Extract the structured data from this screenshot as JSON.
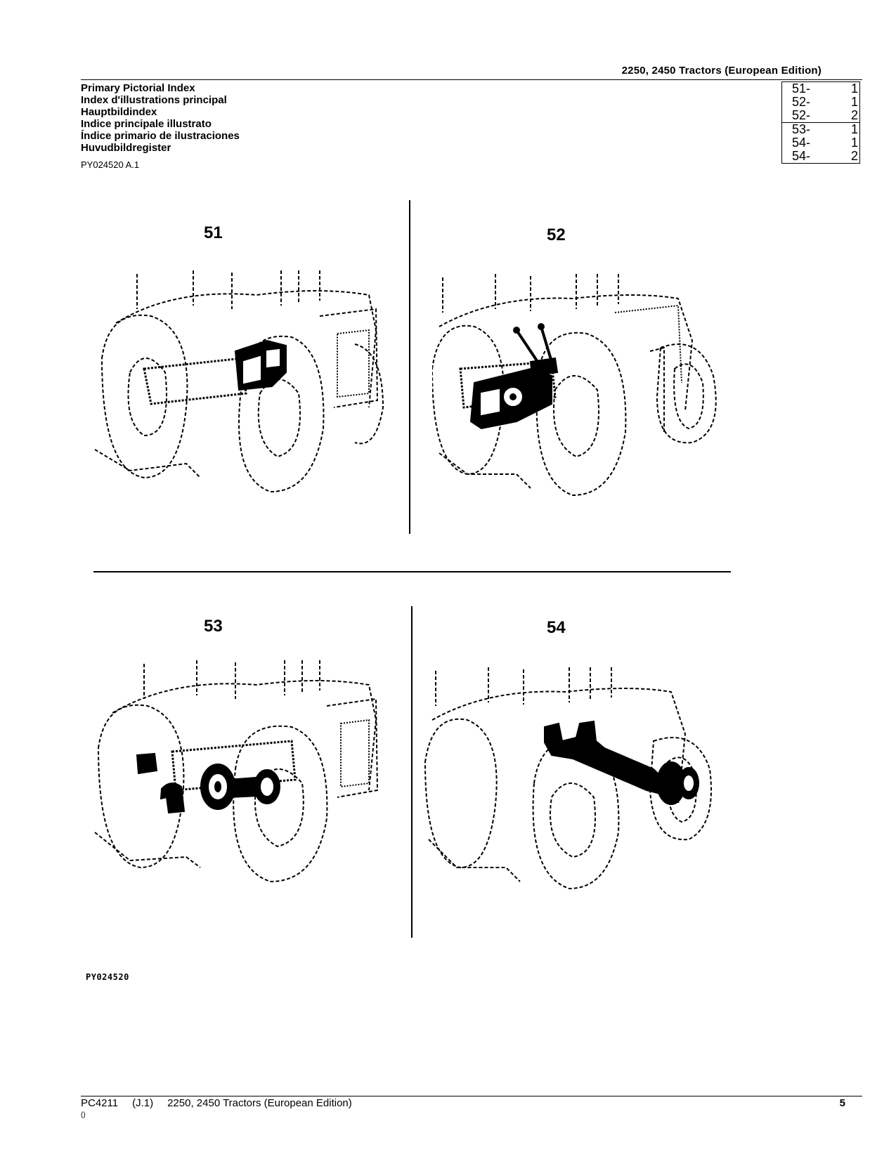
{
  "header": {
    "title": "2250, 2450 Tractors (European Edition)"
  },
  "index_titles": [
    "Primary Pictorial Index",
    "Index d'illustrations principal",
    "Hauptbildindex",
    "Indice principale illustrato",
    "Índice primario de ilustraciones",
    "Huvudbildregister"
  ],
  "doc_ref": "PY024520 A.1",
  "page_refs": [
    [
      {
        "group": "51-",
        "page": "1"
      },
      {
        "group": "52-",
        "page": "1"
      },
      {
        "group": "52-",
        "page": "2"
      }
    ],
    [
      {
        "group": "53-",
        "page": "1"
      },
      {
        "group": "54-",
        "page": "1"
      },
      {
        "group": "54-",
        "page": "2"
      }
    ]
  ],
  "figures": [
    {
      "number": "51",
      "icon": "tractor-hitch-illustration"
    },
    {
      "number": "52",
      "icon": "tractor-pto-illustration"
    },
    {
      "number": "53",
      "icon": "tractor-pto-shaft-illustration"
    },
    {
      "number": "54",
      "icon": "tractor-axle-illustration"
    }
  ],
  "figure_ref": "PY024520",
  "footer": {
    "doc_id": "PC4211",
    "revision": "(J.1)",
    "title": "2250, 2450 Tractors (European Edition)",
    "paren": "()",
    "page_number": "5"
  }
}
